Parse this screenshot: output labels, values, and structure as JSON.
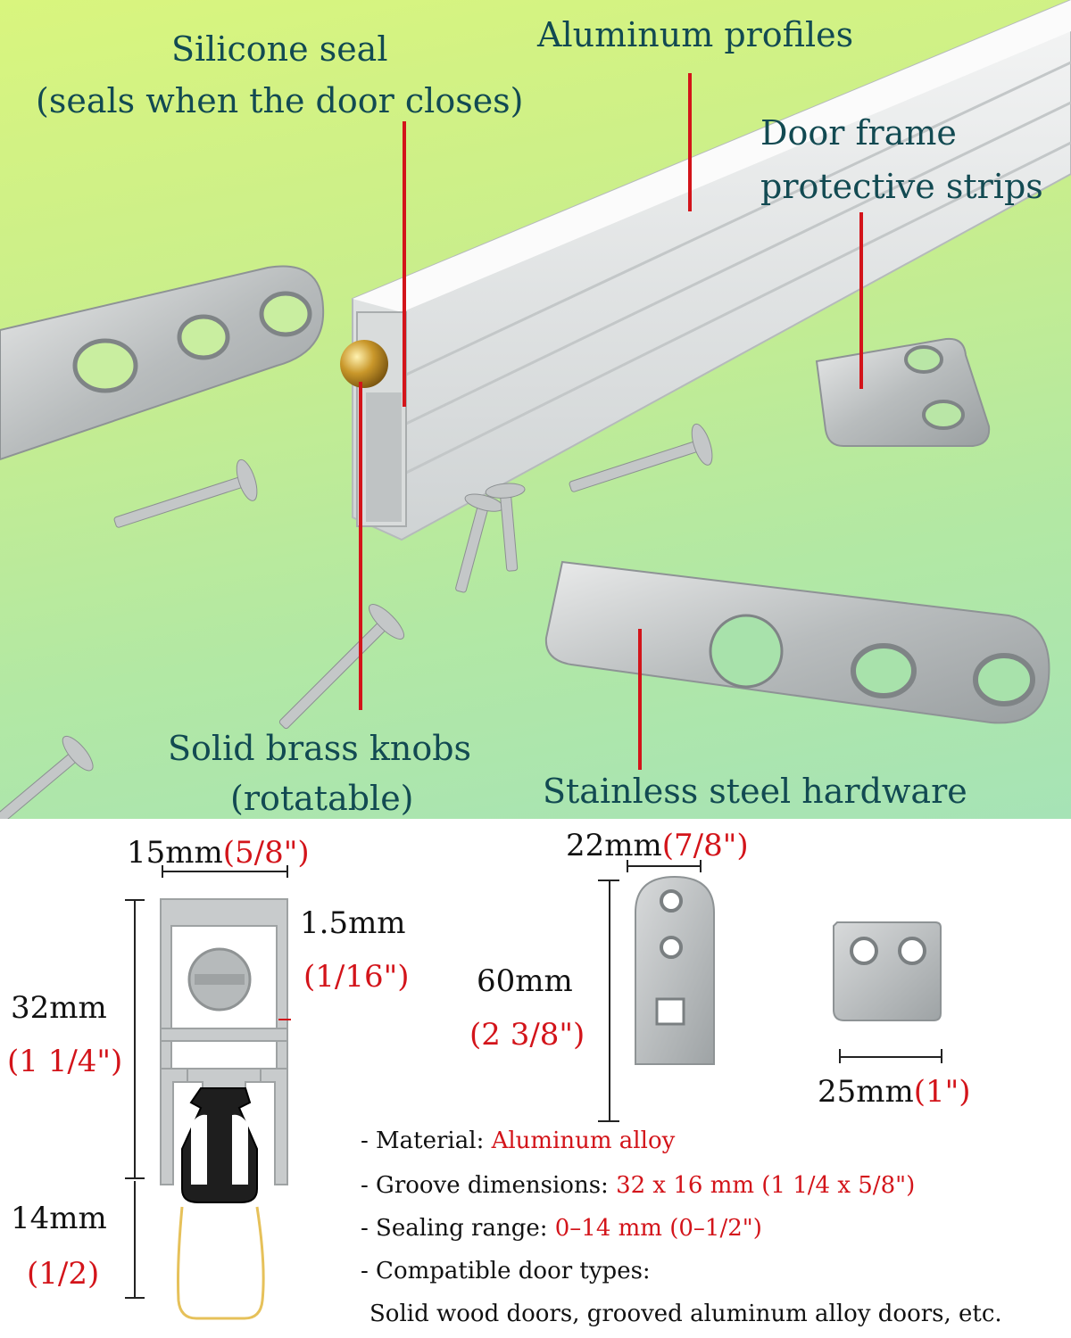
{
  "photo": {
    "labels": {
      "silicone_seal": "Silicone seal",
      "silicone_seal_note": "(seals when the door closes)",
      "aluminum_profiles": "Aluminum profiles",
      "door_frame_1": "Door frame",
      "door_frame_2": "protective strips",
      "brass_knobs": "Solid brass knobs",
      "brass_knobs_note": "(rotatable)",
      "stainless_hardware": "Stainless steel hardware"
    },
    "colors": {
      "label_text": "#124a52",
      "leader_line": "#d3141a",
      "background": "#c9ee8c"
    }
  },
  "specs": {
    "profile_width": {
      "metric": "15mm",
      "imperial": "(5/8\")"
    },
    "wall_thickness": {
      "metric": "1.5mm",
      "imperial": "(1/16\")"
    },
    "profile_height": {
      "metric": "32mm",
      "imperial": "(1 1/4\")"
    },
    "seal_travel": {
      "metric": "14mm",
      "imperial": "(1/2)"
    },
    "plate_width": {
      "metric": "22mm",
      "imperial": "(7/8\")"
    },
    "plate_length": {
      "metric": "60mm",
      "imperial": "(2 3/8\")"
    },
    "strip_width": {
      "metric": "25mm",
      "imperial": "(1\")"
    },
    "details": [
      {
        "label": "- Material: ",
        "value": "Aluminum alloy"
      },
      {
        "label": "- Groove dimensions: ",
        "value": "32 x 16 mm (1 1/4 x 5/8\")"
      },
      {
        "label": "- Sealing range: ",
        "value": "0–14 mm (0–1/2\")"
      },
      {
        "label": "- Compatible door types:",
        "value": ""
      }
    ],
    "compatible_doors": "Solid wood doors, grooved aluminum alloy doors, etc.",
    "colors": {
      "highlight": "#d3141a",
      "text": "#111111"
    }
  }
}
